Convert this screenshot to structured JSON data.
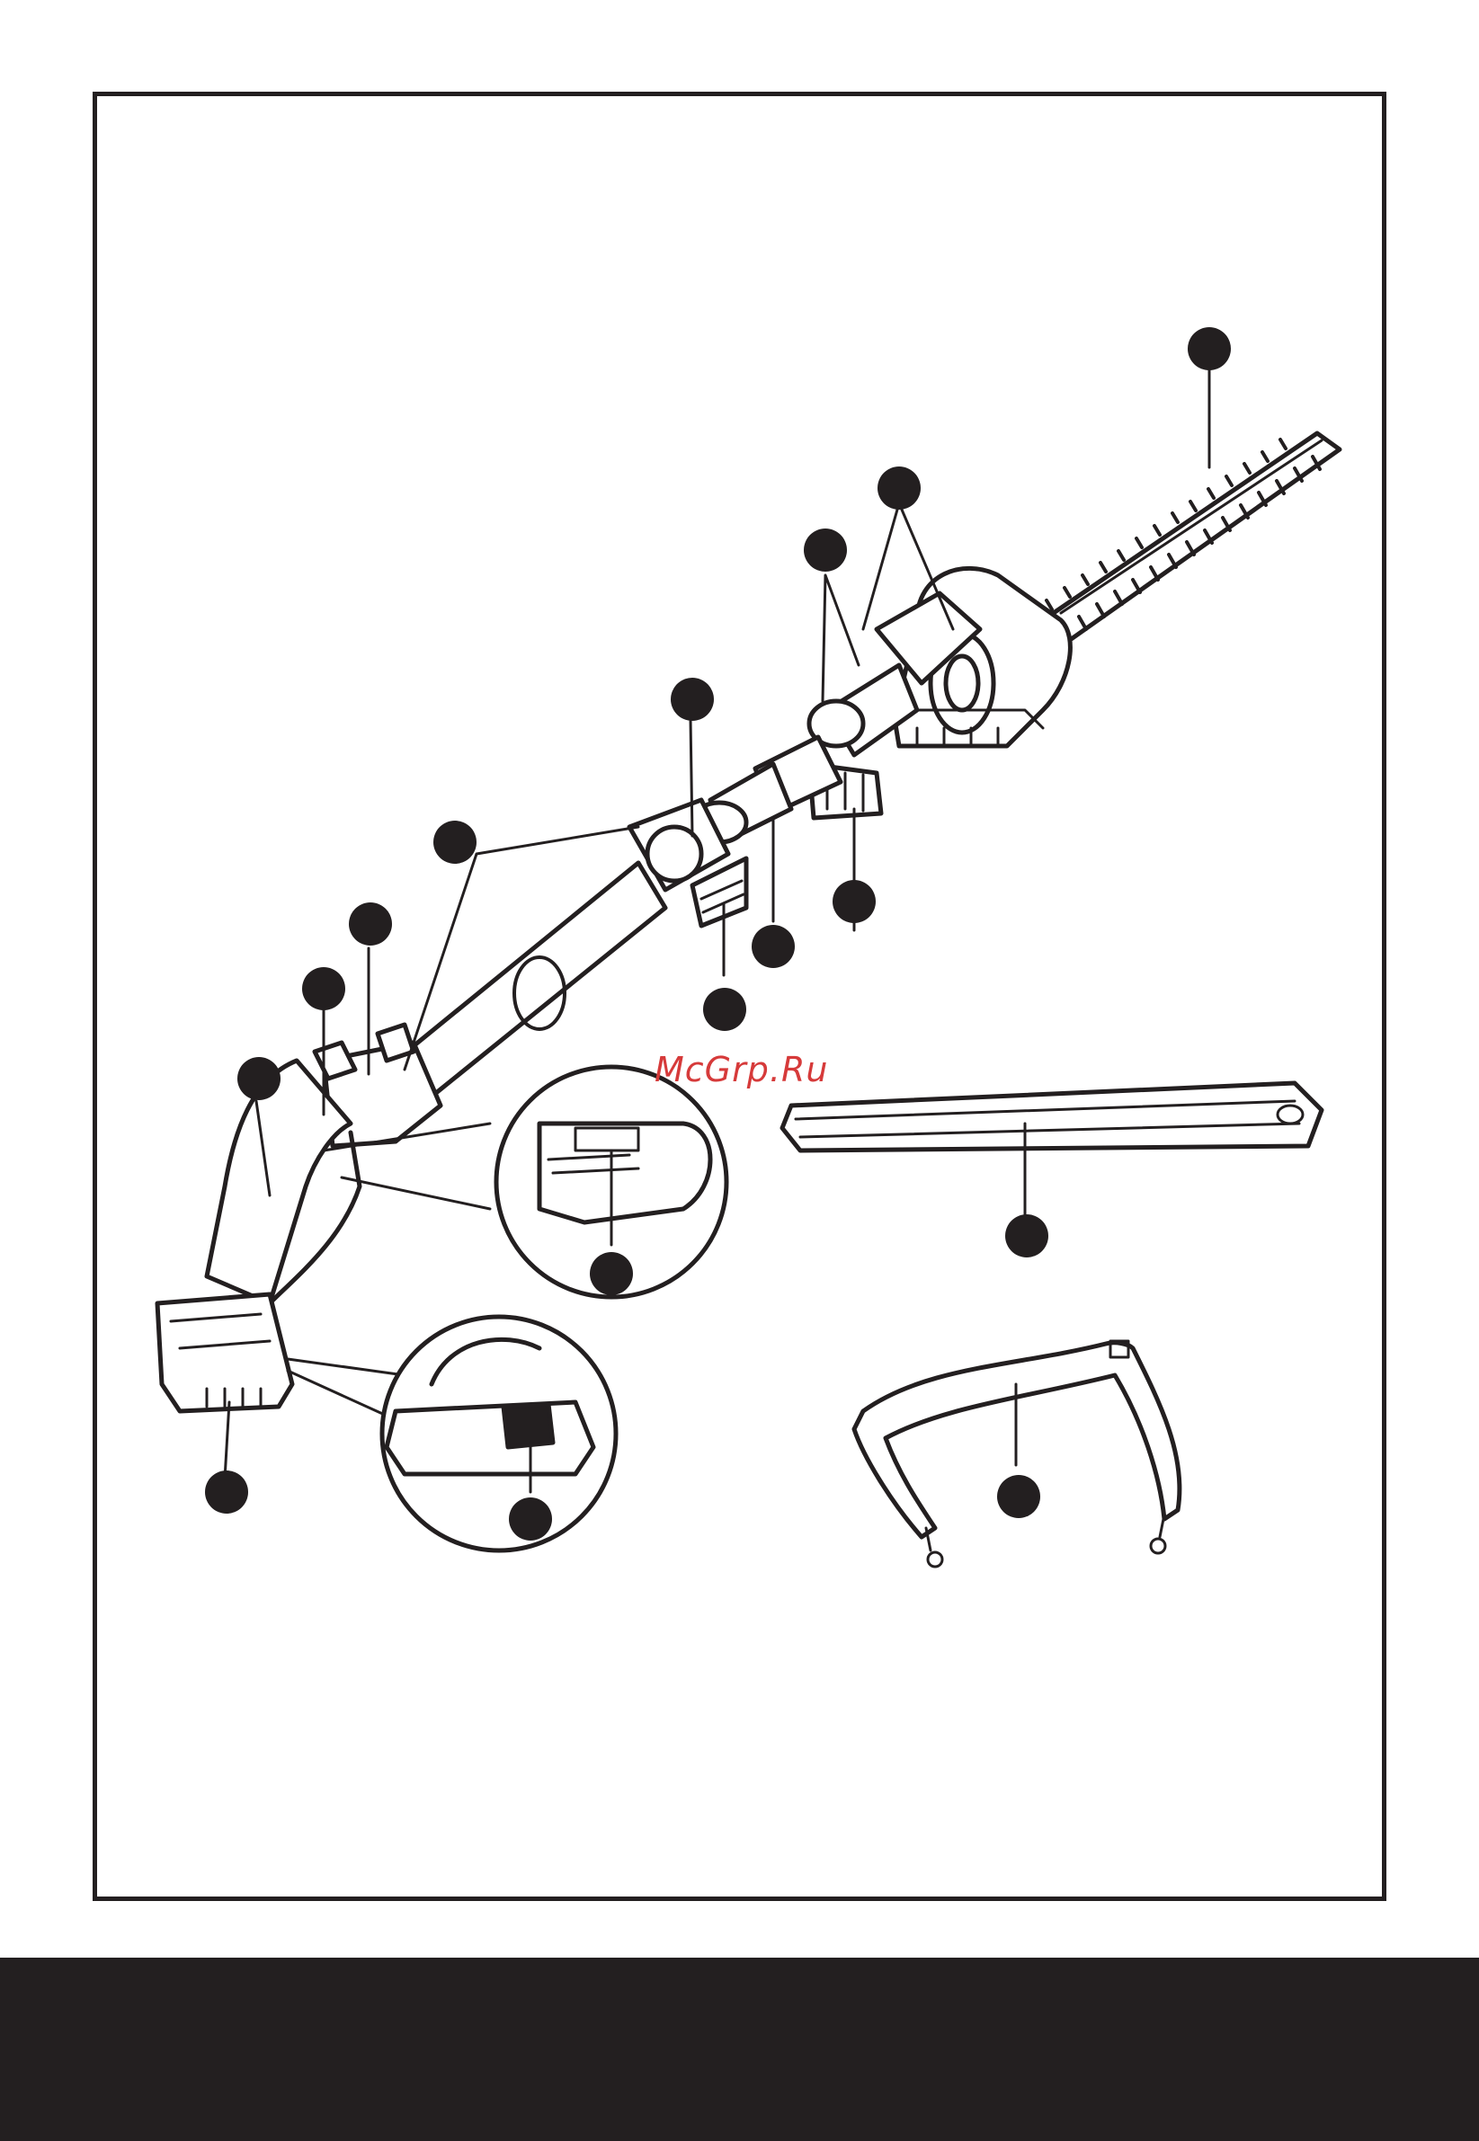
{
  "watermark": {
    "text": "McGrp.Ru"
  },
  "colors": {
    "ink": "#231f20",
    "watermark": "#d63a3a",
    "paper": "#ffffff"
  },
  "callouts": [
    {
      "id": "blade-callout",
      "label": ""
    },
    {
      "id": "motor-housing-callout",
      "label": ""
    },
    {
      "id": "vent-callout",
      "label": ""
    },
    {
      "id": "pivot-knob-callout",
      "label": ""
    },
    {
      "id": "shaft-clamps-callout",
      "label": ""
    },
    {
      "id": "rear-button-callout",
      "label": ""
    },
    {
      "id": "lock-button-callout",
      "label": ""
    },
    {
      "id": "rear-handle-callout",
      "label": ""
    },
    {
      "id": "upper-clamp-callout",
      "label": ""
    },
    {
      "id": "extension-shaft-callout",
      "label": ""
    },
    {
      "id": "lower-clamp-callout",
      "label": ""
    },
    {
      "id": "power-share-callout",
      "label": ""
    },
    {
      "id": "battery-callout",
      "label": ""
    },
    {
      "id": "battery-release-callout",
      "label": ""
    },
    {
      "id": "blade-cover-callout",
      "label": ""
    },
    {
      "id": "shoulder-strap-callout",
      "label": ""
    }
  ]
}
